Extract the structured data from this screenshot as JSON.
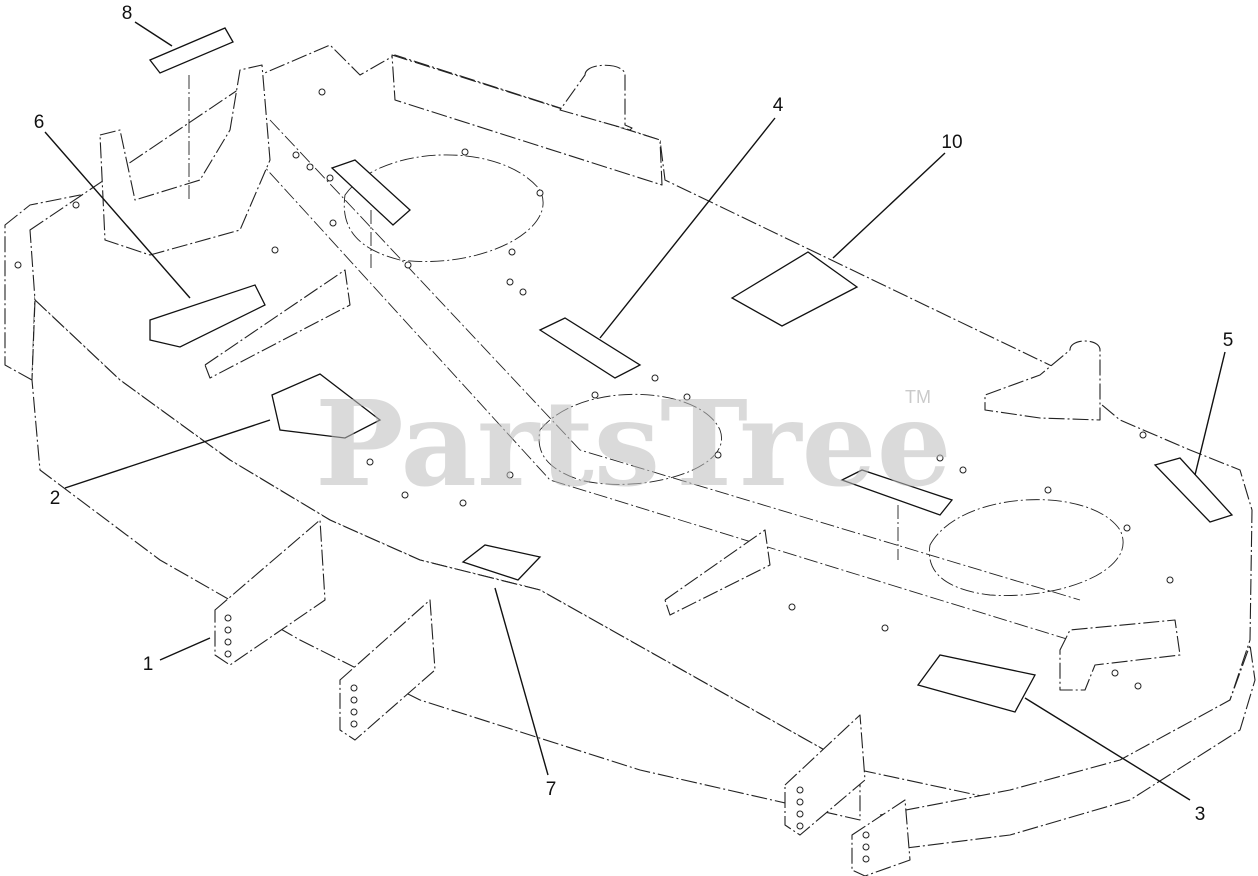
{
  "watermark": {
    "text": "PartsTree",
    "trademark": "TM"
  },
  "callouts": [
    {
      "id": "c1",
      "label": "1"
    },
    {
      "id": "c2",
      "label": "2"
    },
    {
      "id": "c3",
      "label": "3"
    },
    {
      "id": "c4",
      "label": "4"
    },
    {
      "id": "c5",
      "label": "5"
    },
    {
      "id": "c6",
      "label": "6"
    },
    {
      "id": "c7",
      "label": "7"
    },
    {
      "id": "c8",
      "label": "8"
    },
    {
      "id": "c10",
      "label": "10"
    }
  ]
}
